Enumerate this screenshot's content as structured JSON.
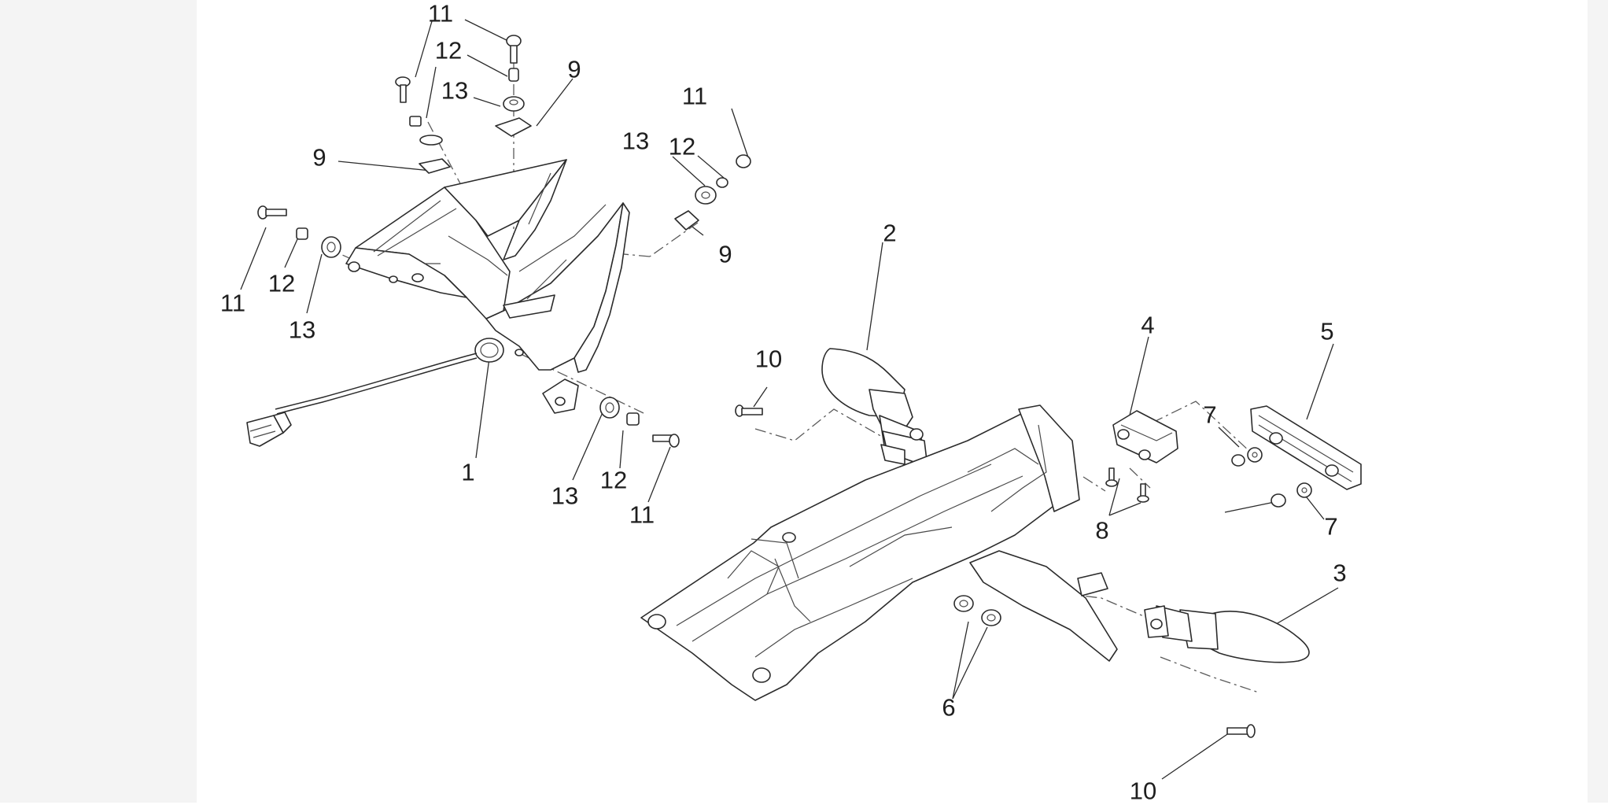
{
  "callouts": [
    {
      "id": "c-11a",
      "text": "11"
    },
    {
      "id": "c-12a",
      "text": "12"
    },
    {
      "id": "c-9a",
      "text": "9"
    },
    {
      "id": "c-13a",
      "text": "13"
    },
    {
      "id": "c-9b",
      "text": "9"
    },
    {
      "id": "c-11b",
      "text": "11"
    },
    {
      "id": "c-13b",
      "text": "13"
    },
    {
      "id": "c-12b",
      "text": "12"
    },
    {
      "id": "c-9c",
      "text": "9"
    },
    {
      "id": "c-11c",
      "text": "11"
    },
    {
      "id": "c-12c",
      "text": "12"
    },
    {
      "id": "c-13c",
      "text": "13"
    },
    {
      "id": "c-2",
      "text": "2"
    },
    {
      "id": "c-10a",
      "text": "10"
    },
    {
      "id": "c-1",
      "text": "1"
    },
    {
      "id": "c-13d",
      "text": "13"
    },
    {
      "id": "c-12d",
      "text": "12"
    },
    {
      "id": "c-11d",
      "text": "11"
    },
    {
      "id": "c-4",
      "text": "4"
    },
    {
      "id": "c-5",
      "text": "5"
    },
    {
      "id": "c-7a",
      "text": "7"
    },
    {
      "id": "c-7b",
      "text": "7"
    },
    {
      "id": "c-8",
      "text": "8"
    },
    {
      "id": "c-3",
      "text": "3"
    },
    {
      "id": "c-6",
      "text": "6"
    },
    {
      "id": "c-10b",
      "text": "10"
    }
  ]
}
